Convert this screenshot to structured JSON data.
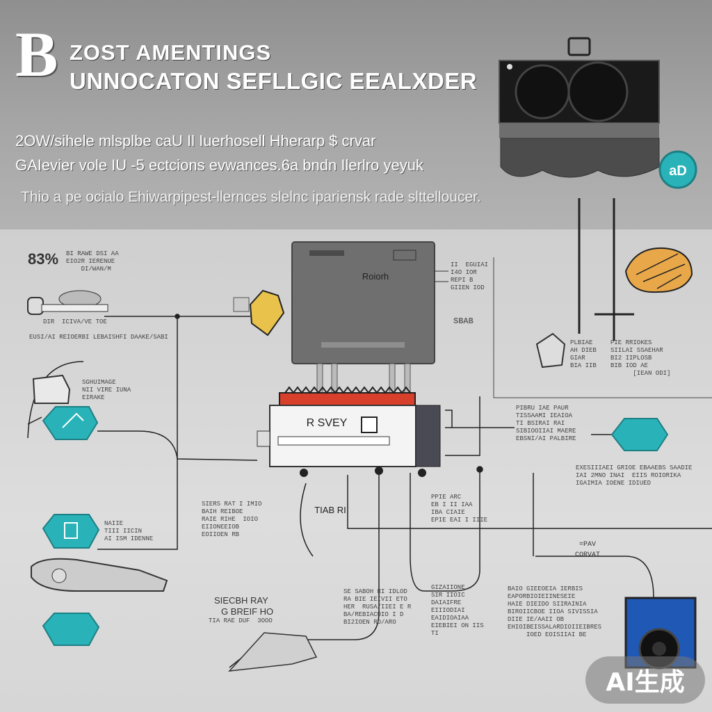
{
  "header": {
    "logo_mark": "B",
    "title_line1": "ZOST AMENTINGS",
    "title_line2": "UNNOCATON SEFLLGIC EEALXDER",
    "subtitle_line1": "2OW/sihele mlsplbe caU Il Iuerhosell Hherarp $ crvar",
    "subtitle_line2": "GAIevier vole IU -5 ectcions evwances.6a bndn Ilerlro yeyuk",
    "subtitle_line3": "Thio a pe ocialo Ehiwarpipest-llernces slelnc ipariensk rade slttelloucer."
  },
  "diagram": {
    "main_box_label": "Roiorh",
    "module_label": "R SVEY",
    "center_label": "TIAB RI",
    "bottom_left_label1": "SIECBH RAY",
    "bottom_left_label2": "G BREIF HO",
    "bottom_left_label3": "TIA RAE DUF  3OOO",
    "corvat_label": "CORVAT",
    "corvat_top": "=PAV",
    "top_left_code": "83%",
    "labels": {
      "tl_desc": "BI RAWE DSI AA\nEIO2R IERENUE\n    DI/WAN/M",
      "l1_desc": "DIR  ICIVA/VE TOE",
      "l1_blurb": "EUSI/AI REIOERBI LEBAISHFI DAAKE/SABI",
      "l2_desc": "SGHUIMAGE\nNII VIRE IUNA\nEIRAKE",
      "l3_desc": "NAIIE\nTIII IICIN\nAI ISM IDENNE",
      "box_right_desc": "II  EGUIAI\nI4O IOR\nREPI B\nGIIEN IOD",
      "right1_desc": "PLBIAE\nAH DIEB\nGIAR\nBIA IIB",
      "right2_desc": "PIE RRIOKES\nSIILAI SSAEHAR\nBI2 IIPLOSB\nBIB IOD AE\n      [IEAN ODI]",
      "right_gray": "SBAB",
      "mod_right_desc": "PIBRU IAE PAUR\nTISSAAMI IEAIOA\nTI BSIRAI RAI\nSIBIOOIIAI MAERE\nEBSNI/AI PALBIRE",
      "right3_desc": "EXESIIIAEI GRIOE EBAAEBS SAADIE\nIAI 2MNO INAI  EIIS ROIORIKA\nIGAIMIA IOENE IDIUED",
      "center_left_desc": "SIERS RAT I IMIO\nBAIH REIBOE\nRAIE RIHE  IOIO\nEIIONEEIOB\nEOIIOEN RB",
      "mid_desc": "PPIE ARC\nEB I II IAA\nIBA CIAIE\nEPIE EAI I IIIE",
      "bottom_mid_desc": "SE SABOH RI IDLOD\nRA BIE IEIVII ETO\nHER  RUSA/IIEI E R\nBA/REBIACUIO I D\nBI2IOEN RD/ARO",
      "bottom_mid2_desc": "GIZAIIONE\nSIR IIOIC\nDAIAIFRE\nEIIIODIAI\nEAIDIOAIAA\nEIEBIEI ON IIS\nTI",
      "bottom_right_desc": "BAIO GIEEOEIA IERBIS\nEAPORBIOIEIINESEIE\nHAIE DIEIDO SIIRAINIA\nBIROIICBOE IIOA SIVISSIA\nDIIE IE/AAII OB\nEHIOIBEISSALARDIOIIEIBRES\n     IOED EOISIIAI BE"
    }
  },
  "watermark": "AI生成",
  "colors": {
    "teal": "#29b3b8",
    "gold": "#e8a84a",
    "red": "#d9402b",
    "blue": "#1f58b5"
  }
}
